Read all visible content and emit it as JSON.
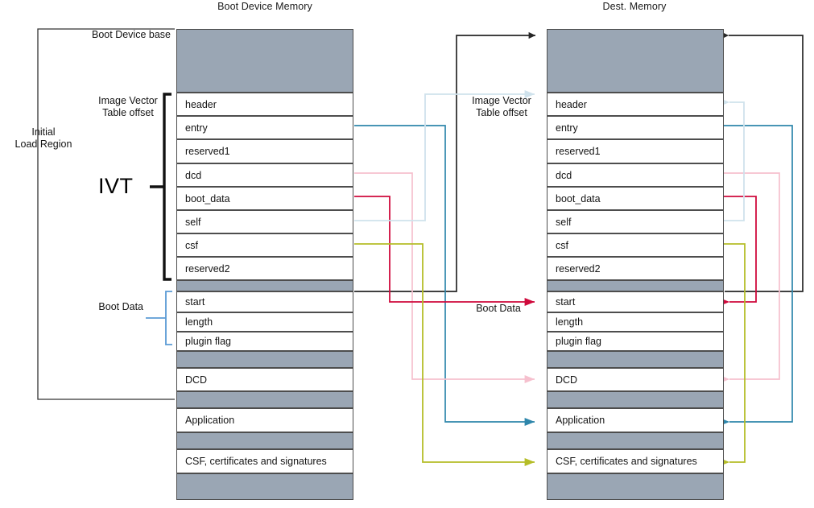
{
  "diagram": {
    "title_left": "Boot Device Memory",
    "title_right": "Dest. Memory",
    "labels": {
      "boot_device_base": "Boot Device base",
      "initial_load_region": "Initial\nLoad Region",
      "initial_load_region_l1": "Initial",
      "initial_load_region_l2": "Load Region",
      "image_vector_table_offset_l1": "Image Vector",
      "image_vector_table_offset_l2": "Table offset",
      "ivt": "IVT",
      "boot_data_left": "Boot Data",
      "boot_data_mid": "Boot Data"
    },
    "colors": {
      "block_fill": "#9aa6b4",
      "block_border": "#4d4d4d",
      "outline": "#333333",
      "bracket_blue": "#5b9bd5",
      "entry": "#2e86ab",
      "dcd": "#f6c0ce",
      "boot_data": "#cf0a3c",
      "self": "#cfe2ec",
      "csf": "#b5bd28",
      "black": "#262626"
    }
  },
  "boot_device_memory": {
    "rows": [
      {
        "label": "",
        "kind": "gray"
      },
      {
        "label": "header",
        "kind": "field"
      },
      {
        "label": "entry",
        "kind": "field"
      },
      {
        "label": "reserved1",
        "kind": "field"
      },
      {
        "label": "dcd",
        "kind": "field"
      },
      {
        "label": "boot_data",
        "kind": "field"
      },
      {
        "label": "self",
        "kind": "field"
      },
      {
        "label": "csf",
        "kind": "field"
      },
      {
        "label": "reserved2",
        "kind": "field"
      },
      {
        "label": "",
        "kind": "gray"
      },
      {
        "label": "start",
        "kind": "field"
      },
      {
        "label": "length",
        "kind": "field"
      },
      {
        "label": "plugin flag",
        "kind": "field"
      },
      {
        "label": "",
        "kind": "gray"
      },
      {
        "label": "DCD",
        "kind": "field"
      },
      {
        "label": "",
        "kind": "gray"
      },
      {
        "label": "Application",
        "kind": "field"
      },
      {
        "label": "",
        "kind": "gray"
      },
      {
        "label": "CSF, certificates and signatures",
        "kind": "field"
      },
      {
        "label": "",
        "kind": "gray"
      }
    ]
  },
  "dest_memory": {
    "rows": [
      {
        "label": "",
        "kind": "gray"
      },
      {
        "label": "header",
        "kind": "field"
      },
      {
        "label": "entry",
        "kind": "field"
      },
      {
        "label": "reserved1",
        "kind": "field"
      },
      {
        "label": "dcd",
        "kind": "field"
      },
      {
        "label": "boot_data",
        "kind": "field"
      },
      {
        "label": "self",
        "kind": "field"
      },
      {
        "label": "csf",
        "kind": "field"
      },
      {
        "label": "reserved2",
        "kind": "field"
      },
      {
        "label": "",
        "kind": "gray"
      },
      {
        "label": "start",
        "kind": "field"
      },
      {
        "label": "length",
        "kind": "field"
      },
      {
        "label": "plugin flag",
        "kind": "field"
      },
      {
        "label": "",
        "kind": "gray"
      },
      {
        "label": "DCD",
        "kind": "field"
      },
      {
        "label": "",
        "kind": "gray"
      },
      {
        "label": "Application",
        "kind": "field"
      },
      {
        "label": "",
        "kind": "gray"
      },
      {
        "label": "CSF, certificates and signatures",
        "kind": "field"
      },
      {
        "label": "",
        "kind": "gray"
      }
    ]
  },
  "pointers": [
    {
      "from": "entry",
      "to": "Application",
      "color": "#2e86ab",
      "side": "both"
    },
    {
      "from": "dcd",
      "to": "DCD",
      "color": "#f6c0ce",
      "side": "both"
    },
    {
      "from": "boot_data",
      "to": "start",
      "color": "#cf0a3c",
      "side": "both"
    },
    {
      "from": "self",
      "to": "header",
      "color": "#cfe2ec",
      "side": "both"
    },
    {
      "from": "csf",
      "to": "CSF, certificates and signatures",
      "color": "#b5bd28",
      "side": "both"
    },
    {
      "from": "start",
      "to": "Dest. Memory base",
      "color": "#262626",
      "side": "both"
    }
  ]
}
